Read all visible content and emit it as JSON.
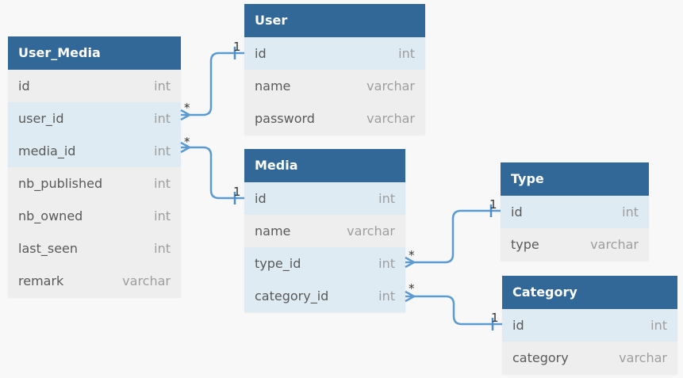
{
  "tables": {
    "user_media": {
      "title": "User_Media",
      "rows": [
        {
          "name": "id",
          "type": "int"
        },
        {
          "name": "user_id",
          "type": "int"
        },
        {
          "name": "media_id",
          "type": "int"
        },
        {
          "name": "nb_published",
          "type": "int"
        },
        {
          "name": "nb_owned",
          "type": "int"
        },
        {
          "name": "last_seen",
          "type": "int"
        },
        {
          "name": "remark",
          "type": "varchar"
        }
      ]
    },
    "user": {
      "title": "User",
      "rows": [
        {
          "name": "id",
          "type": "int"
        },
        {
          "name": "name",
          "type": "varchar"
        },
        {
          "name": "password",
          "type": "varchar"
        }
      ]
    },
    "media": {
      "title": "Media",
      "rows": [
        {
          "name": "id",
          "type": "int"
        },
        {
          "name": "name",
          "type": "varchar"
        },
        {
          "name": "type_id",
          "type": "int"
        },
        {
          "name": "category_id",
          "type": "int"
        }
      ]
    },
    "type": {
      "title": "Type",
      "rows": [
        {
          "name": "id",
          "type": "int"
        },
        {
          "name": "type",
          "type": "varchar"
        }
      ]
    },
    "category": {
      "title": "Category",
      "rows": [
        {
          "name": "id",
          "type": "int"
        },
        {
          "name": "category",
          "type": "varchar"
        }
      ]
    }
  },
  "relations": {
    "user_media_user": {
      "many": "*",
      "one": "1"
    },
    "user_media_media": {
      "many": "*",
      "one": "1"
    },
    "media_type": {
      "many": "*",
      "one": "1"
    },
    "media_category": {
      "many": "*",
      "one": "1"
    }
  },
  "colors": {
    "header": "#326898",
    "key_row": "#deebf3",
    "row": "#eeeeef",
    "connector": "#5b9bd1",
    "background": "#f8f8f9"
  }
}
